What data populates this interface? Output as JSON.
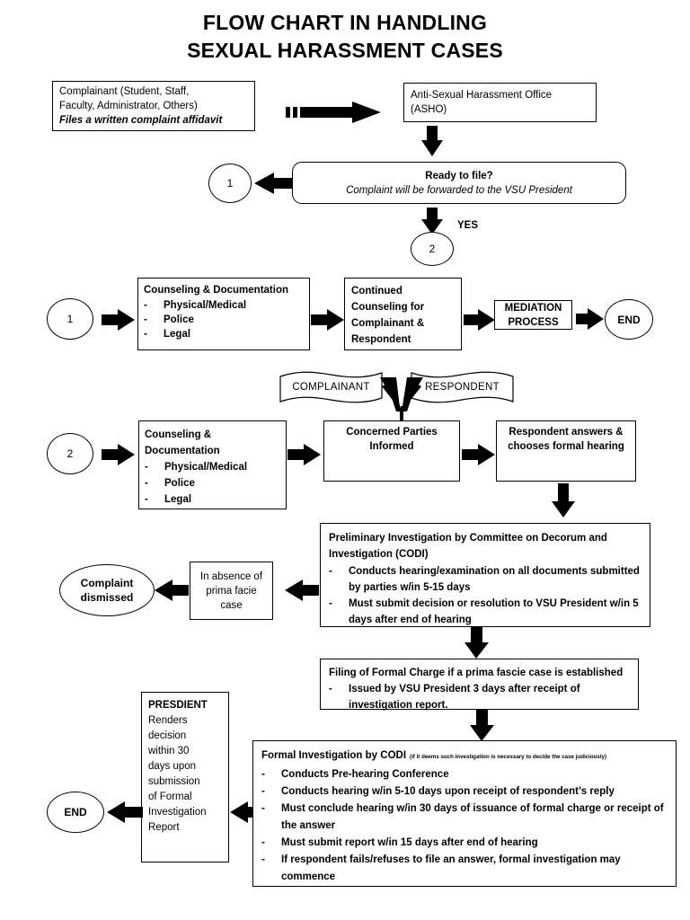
{
  "title": {
    "line1": "FLOW CHART IN HANDLING",
    "line2": "SEXUAL HARASSMENT CASES"
  },
  "nodes": {
    "complainant": {
      "line1": "Complainant (Student, Staff,",
      "line2": "Faculty, Administrator, Others)",
      "line3": "Files a written complaint affidavit"
    },
    "asho": {
      "line1": "Anti-Sexual Harassment Office",
      "line2": "(ASHO)"
    },
    "ready_to_file": {
      "heading": "Ready to file?",
      "sub": "Complaint will be forwarded to the VSU President"
    },
    "yes_label": "YES",
    "connector_1a": "1",
    "connector_2a": "2",
    "connector_1b": "1",
    "connector_2b": "2",
    "counseling_1": {
      "heading": "Counseling & Documentation",
      "items": [
        "Physical/Medical",
        "Police",
        "Legal"
      ]
    },
    "continued_counseling": {
      "line1": "Continued",
      "line2": "Counseling for",
      "line3": "Complainant &",
      "line4": "Respondent"
    },
    "mediation": {
      "line1": "MEDIATION",
      "line2": "PROCESS"
    },
    "end_top": "END",
    "banner_complainant": "COMPLAINANT",
    "banner_respondent": "RESPONDENT",
    "counseling_2": {
      "heading_line1": "Counseling &",
      "heading_line2": "Documentation",
      "items": [
        "Physical/Medical",
        "Police",
        "Legal"
      ]
    },
    "concerned_parties": {
      "line1": "Concerned Parties",
      "line2": "Informed"
    },
    "respondent_answers": {
      "line1": "Respondent answers &",
      "line2": "chooses formal hearing"
    },
    "preliminary_investigation": {
      "heading_line1": "Preliminary Investigation by Committee on Decorum and",
      "heading_line2": "Investigation (CODI)",
      "items": [
        "Conducts hearing/examination on all documents submitted by parties w/in 5-15 days",
        "Must submit decision or resolution to VSU President w/in 5 days after end of hearing"
      ]
    },
    "absence_prima_facie": {
      "line1": "In absence of",
      "line2": "prima facie",
      "line3": "case"
    },
    "complaint_dismissed": {
      "line1": "Complaint",
      "line2": "dismissed"
    },
    "filing_formal_charge": {
      "heading": "Filing of Formal Charge if a prima fascie case is established",
      "items": [
        "Issued by VSU President 3 days after receipt of investigation report."
      ]
    },
    "president": {
      "heading": "PRESDIENT",
      "line2": "Renders",
      "line3": "decision",
      "line4": "within 30",
      "line5": "days upon",
      "line6": "submission",
      "line7": "of Formal",
      "line8": "Investigation",
      "line9": "Report"
    },
    "end_bottom": "END",
    "formal_investigation": {
      "heading": "Formal Investigation by CODI",
      "heading_note": "(if it deems such investigation is necessary to decide the case judiciously)",
      "items": [
        "Conducts Pre-hearing Conference",
        "Conducts hearing w/in 5-10 days  upon receipt of respondent’s reply",
        "Must conclude hearing w/in 30 days of issuance of formal charge or receipt of the answer",
        "Must submit report w/in 15 days after end of hearing",
        "If respondent fails/refuses to file an answer, formal investigation may commence"
      ]
    }
  },
  "colors": {
    "stroke": "#000000",
    "fill": "#ffffff",
    "text": "#000000"
  }
}
